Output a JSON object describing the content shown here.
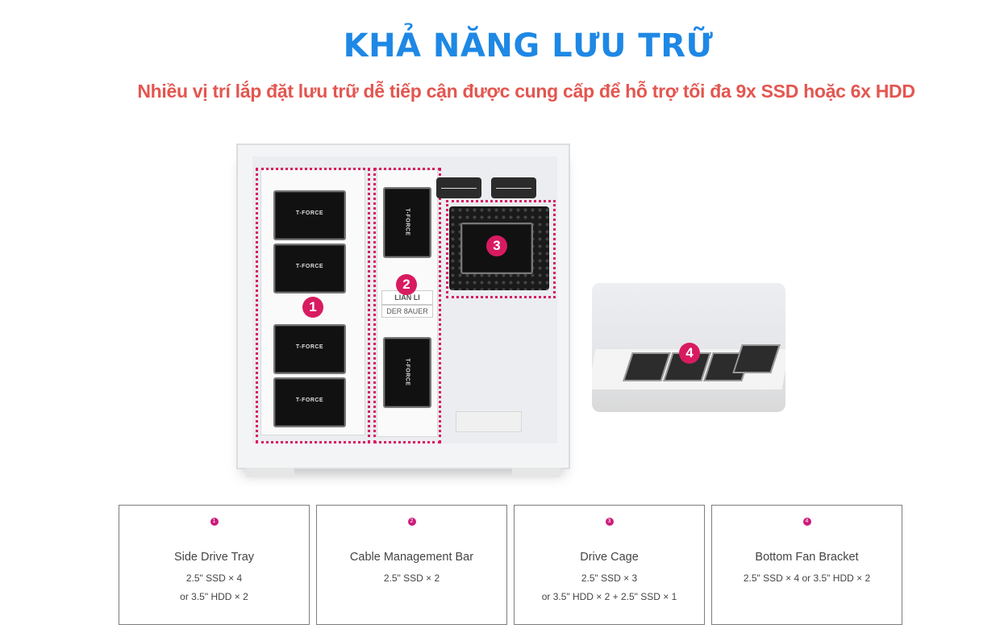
{
  "header": {
    "title": "KHẢ NĂNG LƯU TRỮ",
    "subtitle": "Nhiều vị trí lắp đặt lưu trữ dễ tiếp cận được cung cấp để hỗ trợ tối đa 9x SSD hoặc 6x HDD"
  },
  "image": {
    "ssd_brand": "T-FORCE",
    "bracket_brand_1": "LIAN LI",
    "bracket_brand_2": "DER 8AUER",
    "markers": [
      "1",
      "2",
      "3",
      "4"
    ]
  },
  "colors": {
    "title": "#1e88e5",
    "subtitle": "#e35650",
    "marker": "#d81b60",
    "badge": "#cc1b7a"
  },
  "cards": [
    {
      "badge": "1",
      "name": "Side Drive Tray",
      "lines": [
        "2.5\" SSD × 4",
        "or 3.5\" HDD × 2"
      ]
    },
    {
      "badge": "2",
      "name": "Cable Management Bar",
      "lines": [
        "2.5\" SSD × 2"
      ]
    },
    {
      "badge": "3",
      "name": "Drive Cage",
      "lines": [
        "2.5\" SSD × 3",
        "or 3.5\" HDD × 2 + 2.5\" SSD × 1"
      ]
    },
    {
      "badge": "4",
      "name": "Bottom Fan Bracket",
      "lines": [
        "2.5\" SSD × 4 or 3.5\" HDD × 2"
      ]
    }
  ]
}
